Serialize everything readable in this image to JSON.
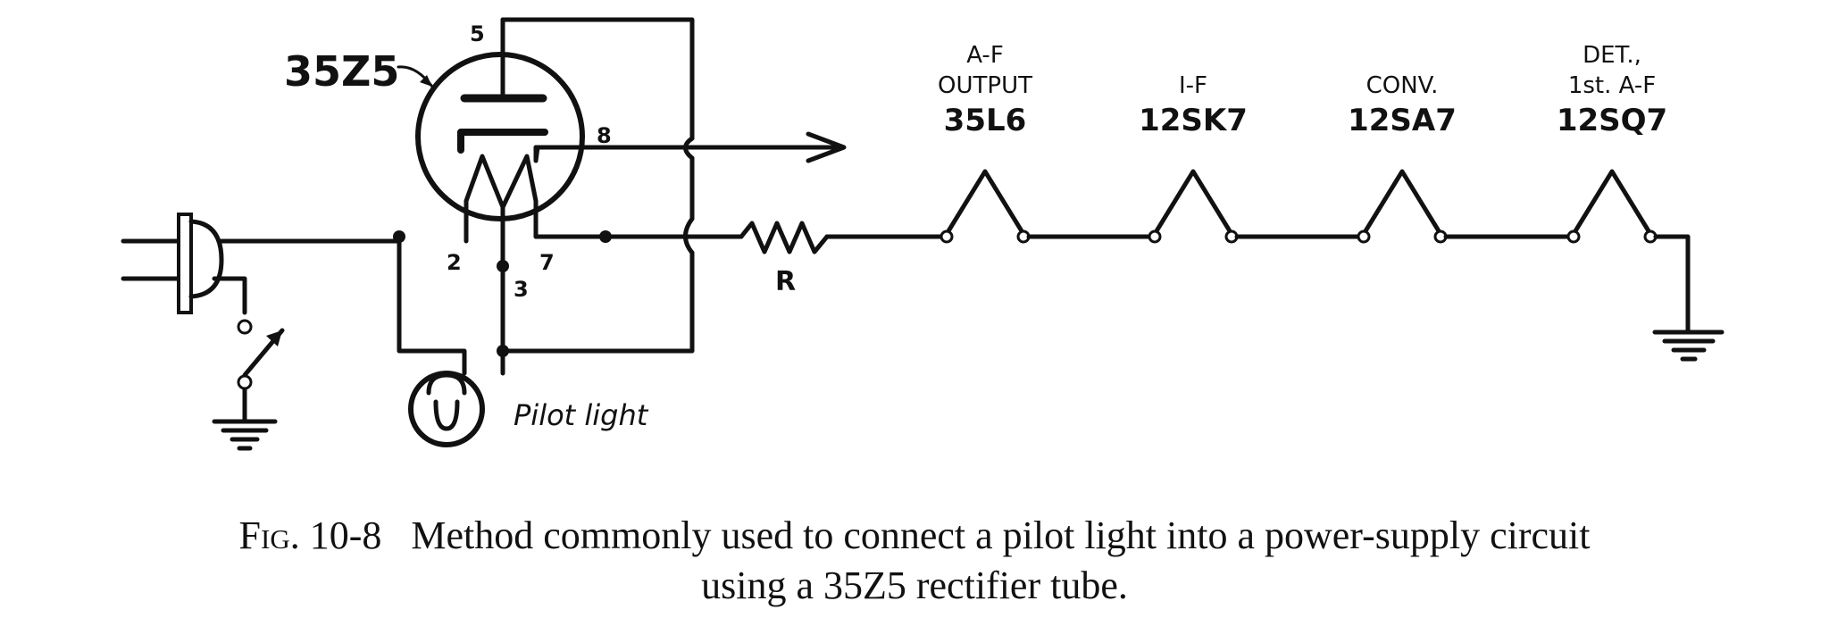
{
  "rectifier": {
    "type": "35Z5",
    "pins": {
      "p5": "5",
      "p8": "8",
      "p2": "2",
      "p3": "3",
      "p7": "7"
    }
  },
  "tubes": [
    {
      "line1": "A-F",
      "line2": "OUTPUT",
      "type": "35L6"
    },
    {
      "line1": "",
      "line2": "I-F",
      "type": "12SK7"
    },
    {
      "line1": "",
      "line2": "CONV.",
      "type": "12SA7"
    },
    {
      "line1": "DET.,",
      "line2": "1st. A-F",
      "type": "12SQ7"
    }
  ],
  "resistor_label": "R",
  "pilot_label": "Pilot light",
  "caption": {
    "fig": "Fig. 10-8",
    "line1": "Method commonly used to connect a pilot light into a power-supply circuit",
    "line2": "using a 35Z5 rectifier tube."
  }
}
